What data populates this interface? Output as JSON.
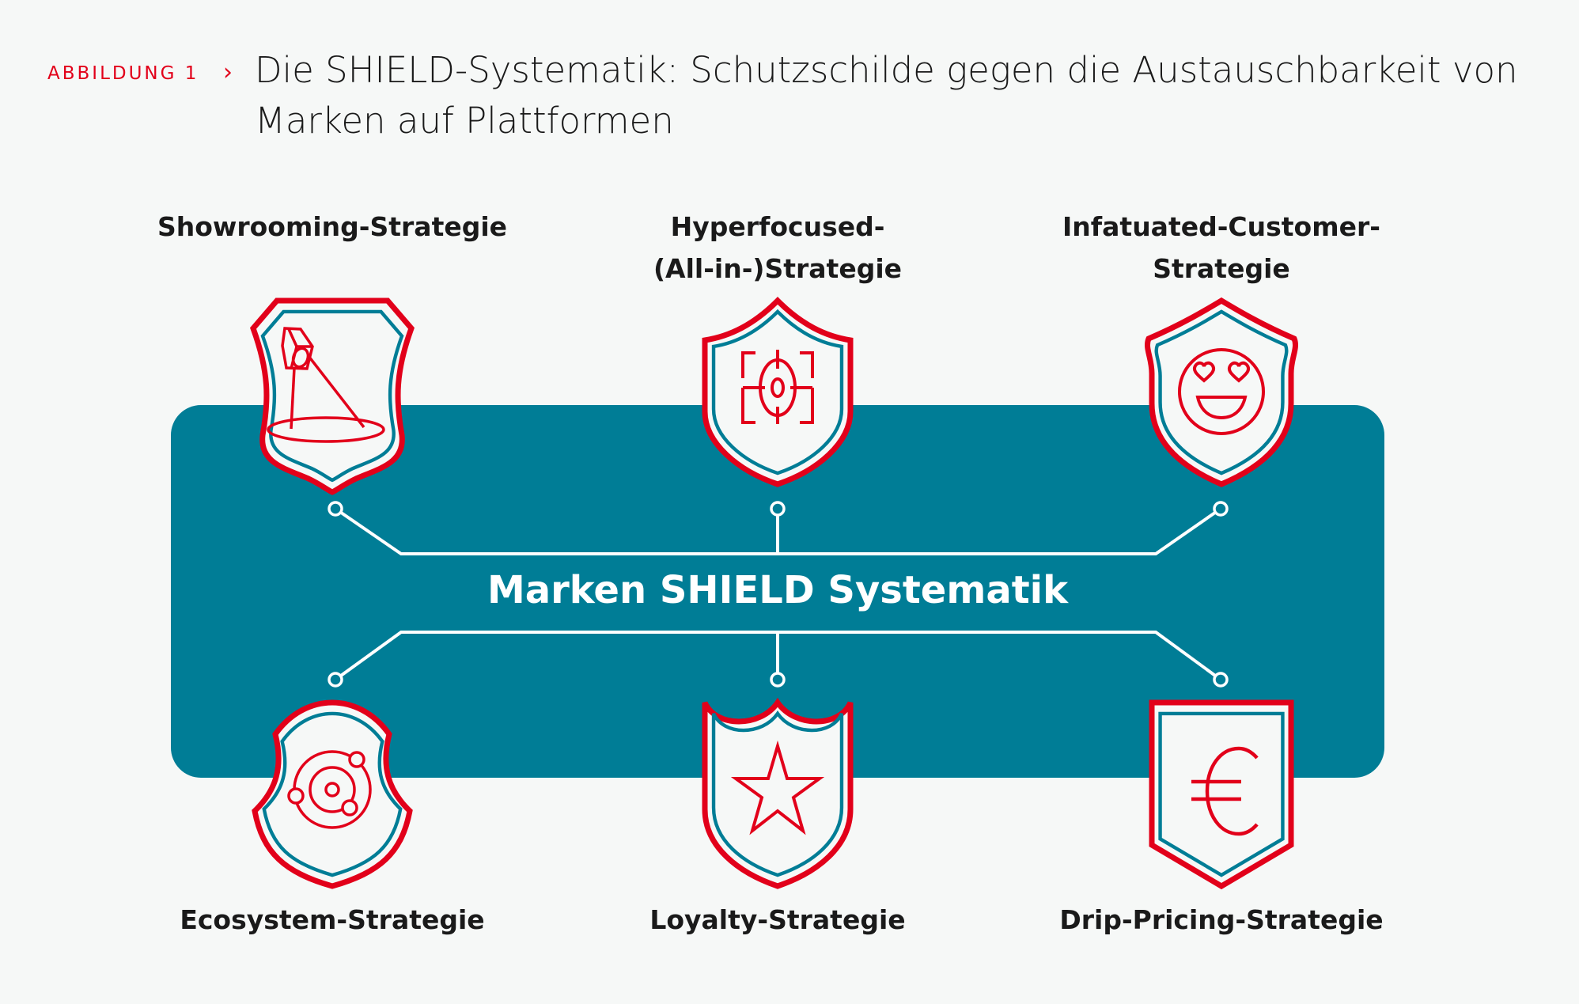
{
  "figure": {
    "label": "ABBILDUNG 1",
    "chevron": "›",
    "title_line1": "Die SHIELD-Systematik: Schutzschilde gegen die Austauschbarkeit von",
    "title_line2": "Marken auf Plattformen"
  },
  "center_title": "Marken SHIELD Systematik",
  "strategies": [
    {
      "line1": "Showrooming-Strategie",
      "line2": "",
      "icon": "camera-projector-icon"
    },
    {
      "line1": "Hyperfocused-",
      "line2": "(All-in-)Strategie",
      "icon": "target-crosshair-icon"
    },
    {
      "line1": "Infatuated-Customer-",
      "line2": "Strategie",
      "icon": "heart-eyes-smiley-icon"
    },
    {
      "line1": "Ecosystem-Strategie",
      "line2": "",
      "icon": "orbit-ecosystem-icon"
    },
    {
      "line1": "Loyalty-Strategie",
      "line2": "",
      "icon": "star-icon"
    },
    {
      "line1": "Drip-Pricing-Strategie",
      "line2": "",
      "icon": "euro-icon"
    }
  ],
  "colors": {
    "teal": "#007d96",
    "red": "#e2001a",
    "background": "#f6f8f7",
    "text": "#1a1a1a"
  }
}
